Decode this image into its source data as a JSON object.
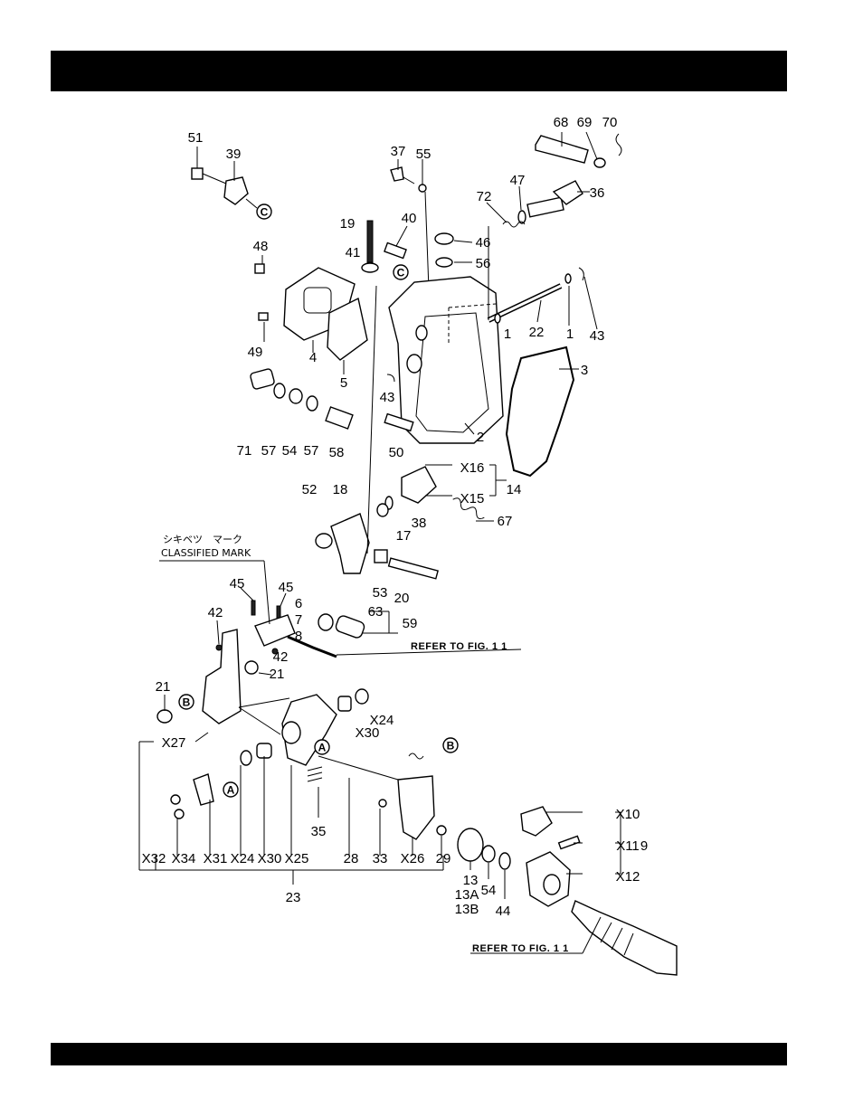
{
  "header": {
    "text": ""
  },
  "footer": {
    "text": ""
  },
  "diagram": {
    "japanese_mark": "シキベツ　マーク",
    "classified_mark": "CLASSIFIED MARK",
    "refer_1": "REFER TO FIG. 1 1",
    "refer_2": "REFER TO FIG. 1 1",
    "circle_markers": [
      "C",
      "C",
      "A",
      "A",
      "B",
      "B"
    ],
    "labels": [
      {
        "t": "51"
      },
      {
        "t": "39"
      },
      {
        "t": "37"
      },
      {
        "t": "55"
      },
      {
        "t": "68"
      },
      {
        "t": "69"
      },
      {
        "t": "70"
      },
      {
        "t": "47"
      },
      {
        "t": "36"
      },
      {
        "t": "72"
      },
      {
        "t": "19"
      },
      {
        "t": "40"
      },
      {
        "t": "46"
      },
      {
        "t": "41"
      },
      {
        "t": "56"
      },
      {
        "t": "48"
      },
      {
        "t": "1"
      },
      {
        "t": "22"
      },
      {
        "t": "1"
      },
      {
        "t": "43"
      },
      {
        "t": "49"
      },
      {
        "t": "4"
      },
      {
        "t": "5"
      },
      {
        "t": "3"
      },
      {
        "t": "43"
      },
      {
        "t": "71"
      },
      {
        "t": "57"
      },
      {
        "t": "54"
      },
      {
        "t": "57"
      },
      {
        "t": "58"
      },
      {
        "t": "50"
      },
      {
        "t": "2"
      },
      {
        "t": "X16"
      },
      {
        "t": "X15"
      },
      {
        "t": "14"
      },
      {
        "t": "52"
      },
      {
        "t": "18"
      },
      {
        "t": "38"
      },
      {
        "t": "17"
      },
      {
        "t": "67"
      },
      {
        "t": "53"
      },
      {
        "t": "20"
      },
      {
        "t": "45"
      },
      {
        "t": "45"
      },
      {
        "t": "6"
      },
      {
        "t": "7"
      },
      {
        "t": "8"
      },
      {
        "t": "42"
      },
      {
        "t": "42"
      },
      {
        "t": "63"
      },
      {
        "t": "59"
      },
      {
        "t": "21"
      },
      {
        "t": "21"
      },
      {
        "t": "X24"
      },
      {
        "t": "X30"
      },
      {
        "t": "X27"
      },
      {
        "t": "35"
      },
      {
        "t": "X10"
      },
      {
        "t": "X11"
      },
      {
        "t": "9"
      },
      {
        "t": "X12"
      },
      {
        "t": "X32"
      },
      {
        "t": "X34"
      },
      {
        "t": "X31"
      },
      {
        "t": "X24"
      },
      {
        "t": "X30"
      },
      {
        "t": "X25"
      },
      {
        "t": "28"
      },
      {
        "t": "33"
      },
      {
        "t": "X26"
      },
      {
        "t": "29"
      },
      {
        "t": "23"
      },
      {
        "t": "13"
      },
      {
        "t": "13A"
      },
      {
        "t": "13B"
      },
      {
        "t": "54"
      },
      {
        "t": "44"
      }
    ]
  }
}
